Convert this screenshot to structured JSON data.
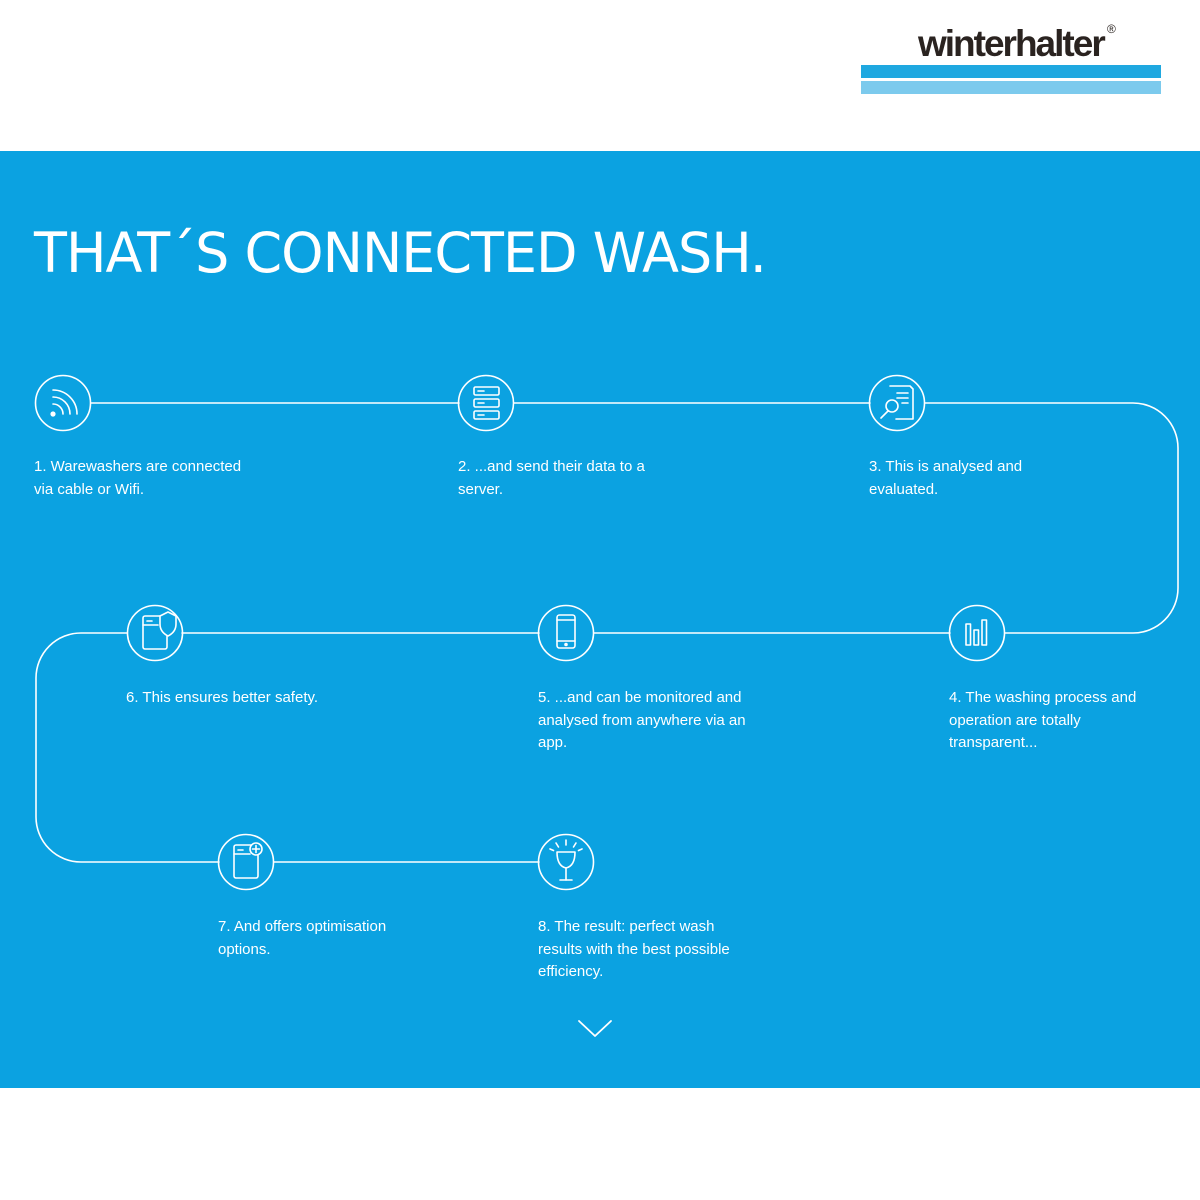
{
  "logo": {
    "text": "winterhalter",
    "registered": "®"
  },
  "headline": "THAT´S CONNECTED WASH.",
  "steps": [
    {
      "number": 1,
      "text": "1. Warewashers are connected via cable or Wifi.",
      "icon": "wifi-icon"
    },
    {
      "number": 2,
      "text": "2. ...and send their data to a server.",
      "icon": "server-icon"
    },
    {
      "number": 3,
      "text": "3. This is analysed and evaluated.",
      "icon": "document-search-icon"
    },
    {
      "number": 4,
      "text": "4. The washing process and operation are totally transparent...",
      "icon": "bar-chart-icon"
    },
    {
      "number": 5,
      "text": "5. ...and can be monitored and analysed from anywhere via an app.",
      "icon": "smartphone-icon"
    },
    {
      "number": 6,
      "text": "6. This ensures better safety.",
      "icon": "dishwasher-shield-icon"
    },
    {
      "number": 7,
      "text": "7. And offers optimisation options.",
      "icon": "dishwasher-plus-icon"
    },
    {
      "number": 8,
      "text": "8. The result: perfect wash results with the best possible efficiency.",
      "icon": "sparkling-glass-icon"
    }
  ],
  "scroll_indicator": "chevron-down-icon",
  "colors": {
    "panel": "#0ba2e1",
    "brand_bar_dark": "#1fa8e0",
    "brand_bar_light": "#7ccaed",
    "logo_text": "#2a2320",
    "line": "#ffffff"
  }
}
